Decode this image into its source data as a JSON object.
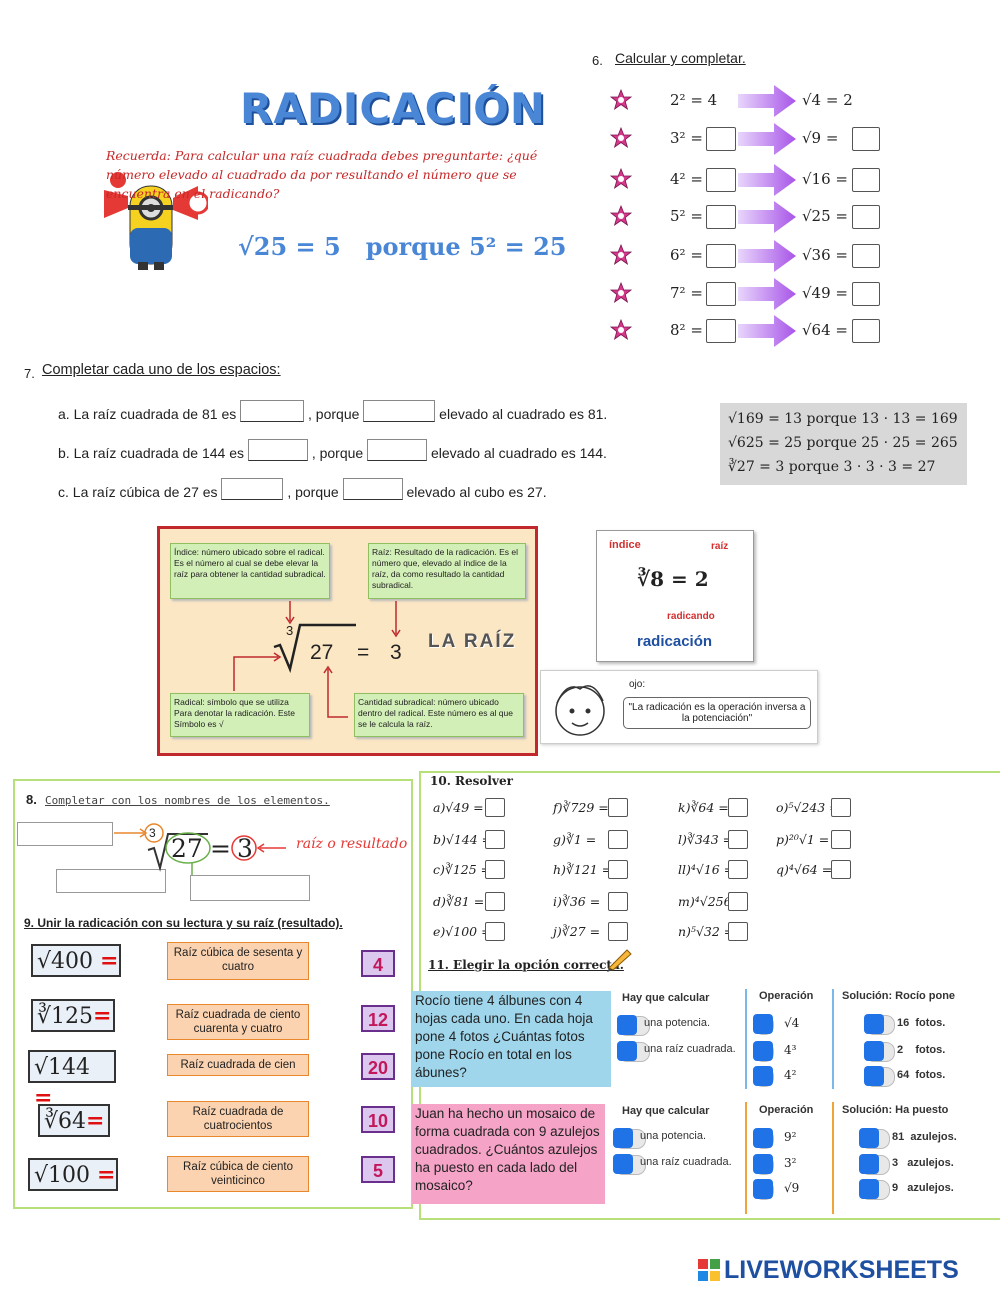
{
  "header": {
    "title": "RADICACIÓN",
    "recuerda": "Recuerda: Para calcular una raíz cuadrada debes preguntarte: ¿qué número elevado al cuadrado da por resultando el número que se encuentra en el radicando?",
    "example": "√25 = 5   porque 5² = 25"
  },
  "s6": {
    "num": "6.",
    "title": "Calcular y completar.",
    "rows": [
      {
        "pow": "2² = 4",
        "root": "√4 = 2"
      },
      {
        "pow": "3² =",
        "root": "√9 ="
      },
      {
        "pow": "4² =",
        "root": "√16 ="
      },
      {
        "pow": "5² =",
        "root": "√25 ="
      },
      {
        "pow": "6² =",
        "root": "√36 ="
      },
      {
        "pow": "7² =",
        "root": "√49 ="
      },
      {
        "pow": "8² =",
        "root": "√64 ="
      }
    ]
  },
  "s7": {
    "num": "7.",
    "title": "Completar cada uno de los espacios:",
    "a1": "a. La raíz cuadrada de 81 es",
    "a2": ", porque",
    "a3": "elevado al cuadrado es 81.",
    "b1": "b. La raíz cuadrada de 144 es",
    "b2": ", porque",
    "b3": "elevado al cuadrado es 144.",
    "c1": "c. La raíz cúbica de 27 es",
    "c2": ", porque",
    "c3": "elevado al cubo es 27.",
    "examples": [
      "√169 = 13  porque 13 · 13 = 169",
      "√625 = 25  porque 25 · 25 = 265",
      "∛27 = 3  porque 3 · 3 · 3 = 27"
    ]
  },
  "diagram": {
    "indice": "Índice: número ubicado sobre el radical. Es el número al cual se debe elevar la raíz para obtener la cantidad subradical.",
    "raiz": "Raíz: Resultado de la radicación. Es el número que, elevado al índice de la raíz, da como resultado la cantidad subradical.",
    "radical": "Radical: símbolo que se utiliza Para denotar la radicación. Este Símbolo es √",
    "cantidad": "Cantidad subradical: número ubicado dentro del radical. Este número es al que se le calcula la raíz.",
    "index_num": "3",
    "radicand": "27",
    "eq": "=",
    "result": "3",
    "label": "LA RAÍZ"
  },
  "small_diag": {
    "indice": "índice",
    "raiz": "raíz",
    "radicando": "radicando",
    "formula": "∛8 = 2",
    "caption": "radicación"
  },
  "ojo": {
    "label": "ojo:",
    "text": "\"La radicación es la operación inversa a la potenciación\""
  },
  "s8": {
    "num": "8.",
    "title": "Completar con los nombres de los elementos.",
    "index": "3",
    "radicand": "27",
    "eq": "=",
    "result": "3",
    "note": "raíz o resultado"
  },
  "s9": {
    "title": "9. Unir la radicación con su lectura y su raíz (resultado).",
    "radicals": [
      "√400 =",
      "∛125=",
      "√144 =",
      "∛64=",
      "√100 ="
    ],
    "readings": [
      "Raíz cúbica de sesenta y cuatro",
      "Raíz cuadrada de ciento cuarenta y cuatro",
      "Raíz cuadrada de cien",
      "Raíz cuadrada de cuatrocientos",
      "Raíz cúbica de ciento veinticinco"
    ],
    "numbers": [
      "4",
      "12",
      "20",
      "10",
      "5"
    ]
  },
  "s10": {
    "title": "10. Resolver",
    "items": [
      [
        "a)√49 =",
        "f)∛729 =",
        "k)∛64 =",
        "o)⁵√243 ="
      ],
      [
        "b)√144 =",
        "g)∛1 =",
        "l)∛343 =",
        "p)²⁰√1 ="
      ],
      [
        "c)∛125 =",
        "h)∛121 =",
        "ll)⁴√16 =",
        "q)⁴√64 ="
      ],
      [
        "d)∛81 =",
        "i)∛36 =",
        "m)⁴√256 =",
        ""
      ],
      [
        "e)√100 =",
        "j)∛27 =",
        "n)⁵√32 =",
        ""
      ]
    ]
  },
  "s11": {
    "title": "11. Elegir la opción correcta.",
    "q1": {
      "text": "Rocío tiene 4 álbunes con 4 hojas cada uno. En cada hoja pone 4 fotos ¿Cuántas fotos pone Rocío en total en los ábunes?",
      "h1": "Hay que calcular",
      "h2": "Operación",
      "h3": "Solución: Rocío pone",
      "opts": [
        "una potencia.",
        "una raíz cuadrada."
      ],
      "ops": [
        "√4",
        "4³",
        "4²"
      ],
      "sols": [
        "16  fotos.",
        "2    fotos.",
        "64  fotos."
      ]
    },
    "q2": {
      "text": "Juan ha hecho un mosaico de forma cuadrada con 9 azulejos cuadrados. ¿Cuántos azulejos ha puesto en cada lado del mosaico?",
      "h1": "Hay que calcular",
      "h2": "Operación",
      "h3": "Solución: Ha puesto",
      "opts": [
        "una potencia.",
        "una raíz cuadrada."
      ],
      "ops": [
        "9²",
        "3²",
        "√9"
      ],
      "sols": [
        "81  azulejos.",
        "3   azulejos.",
        "9   azulejos."
      ]
    }
  },
  "footer": {
    "brand": "LIVEWORKSHEETS"
  },
  "colors": {
    "pink_star": "#d6398c",
    "arrow": "#a855e8",
    "red_border": "#c0282d",
    "green_border": "#b7e07a"
  }
}
